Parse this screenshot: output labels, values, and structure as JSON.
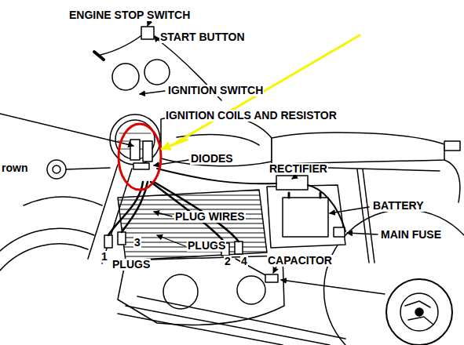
{
  "diagram": {
    "labels": [
      "ENGINE STOP SWITCH",
      "START BUTTON",
      "IGNITION SWITCH",
      "IGNITION COILS AND RESISTOR",
      "DIODES",
      "rown",
      "RECTIFIER",
      "BATTERY",
      "PLUG WIRES",
      "MAIN FUSE",
      "3",
      "PLUGS",
      "1",
      "2",
      "4",
      "PLUGS",
      "CAPACITOR"
    ]
  }
}
